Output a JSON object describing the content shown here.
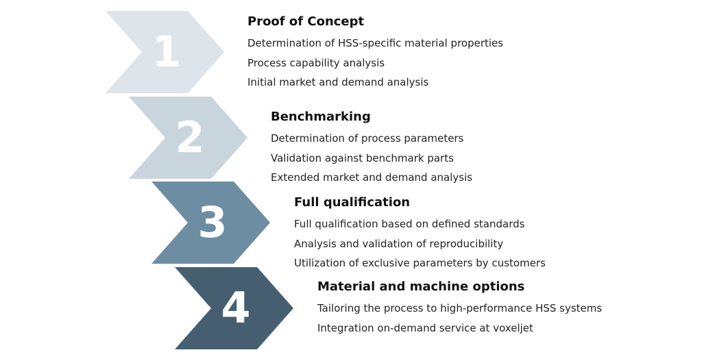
{
  "steps": [
    {
      "number": "1",
      "title": "Proof of Concept",
      "color": "#dde4ea",
      "items": [
        "Determination of HSS-specific material properties",
        "Process capability analysis",
        "Initial market and demand analysis"
      ]
    },
    {
      "number": "2",
      "title": "Benchmarking",
      "color": "#c9d5dd",
      "items": [
        "Determination of process parameters",
        "Validation against benchmark parts",
        "Extended market and demand analysis"
      ]
    },
    {
      "number": "3",
      "title": "Full qualification",
      "color": "#6d8da3",
      "items": [
        "Full qualification based on defined standards",
        "Analysis and validation of reproducibility",
        "Utilization of exclusive parameters by customers"
      ]
    },
    {
      "number": "4",
      "title": "Material and machine options",
      "color": "#465f70",
      "items": [
        "Tailoring the process to high-performance HSS systems",
        "Integration on-demand service at voxeljet"
      ]
    }
  ]
}
